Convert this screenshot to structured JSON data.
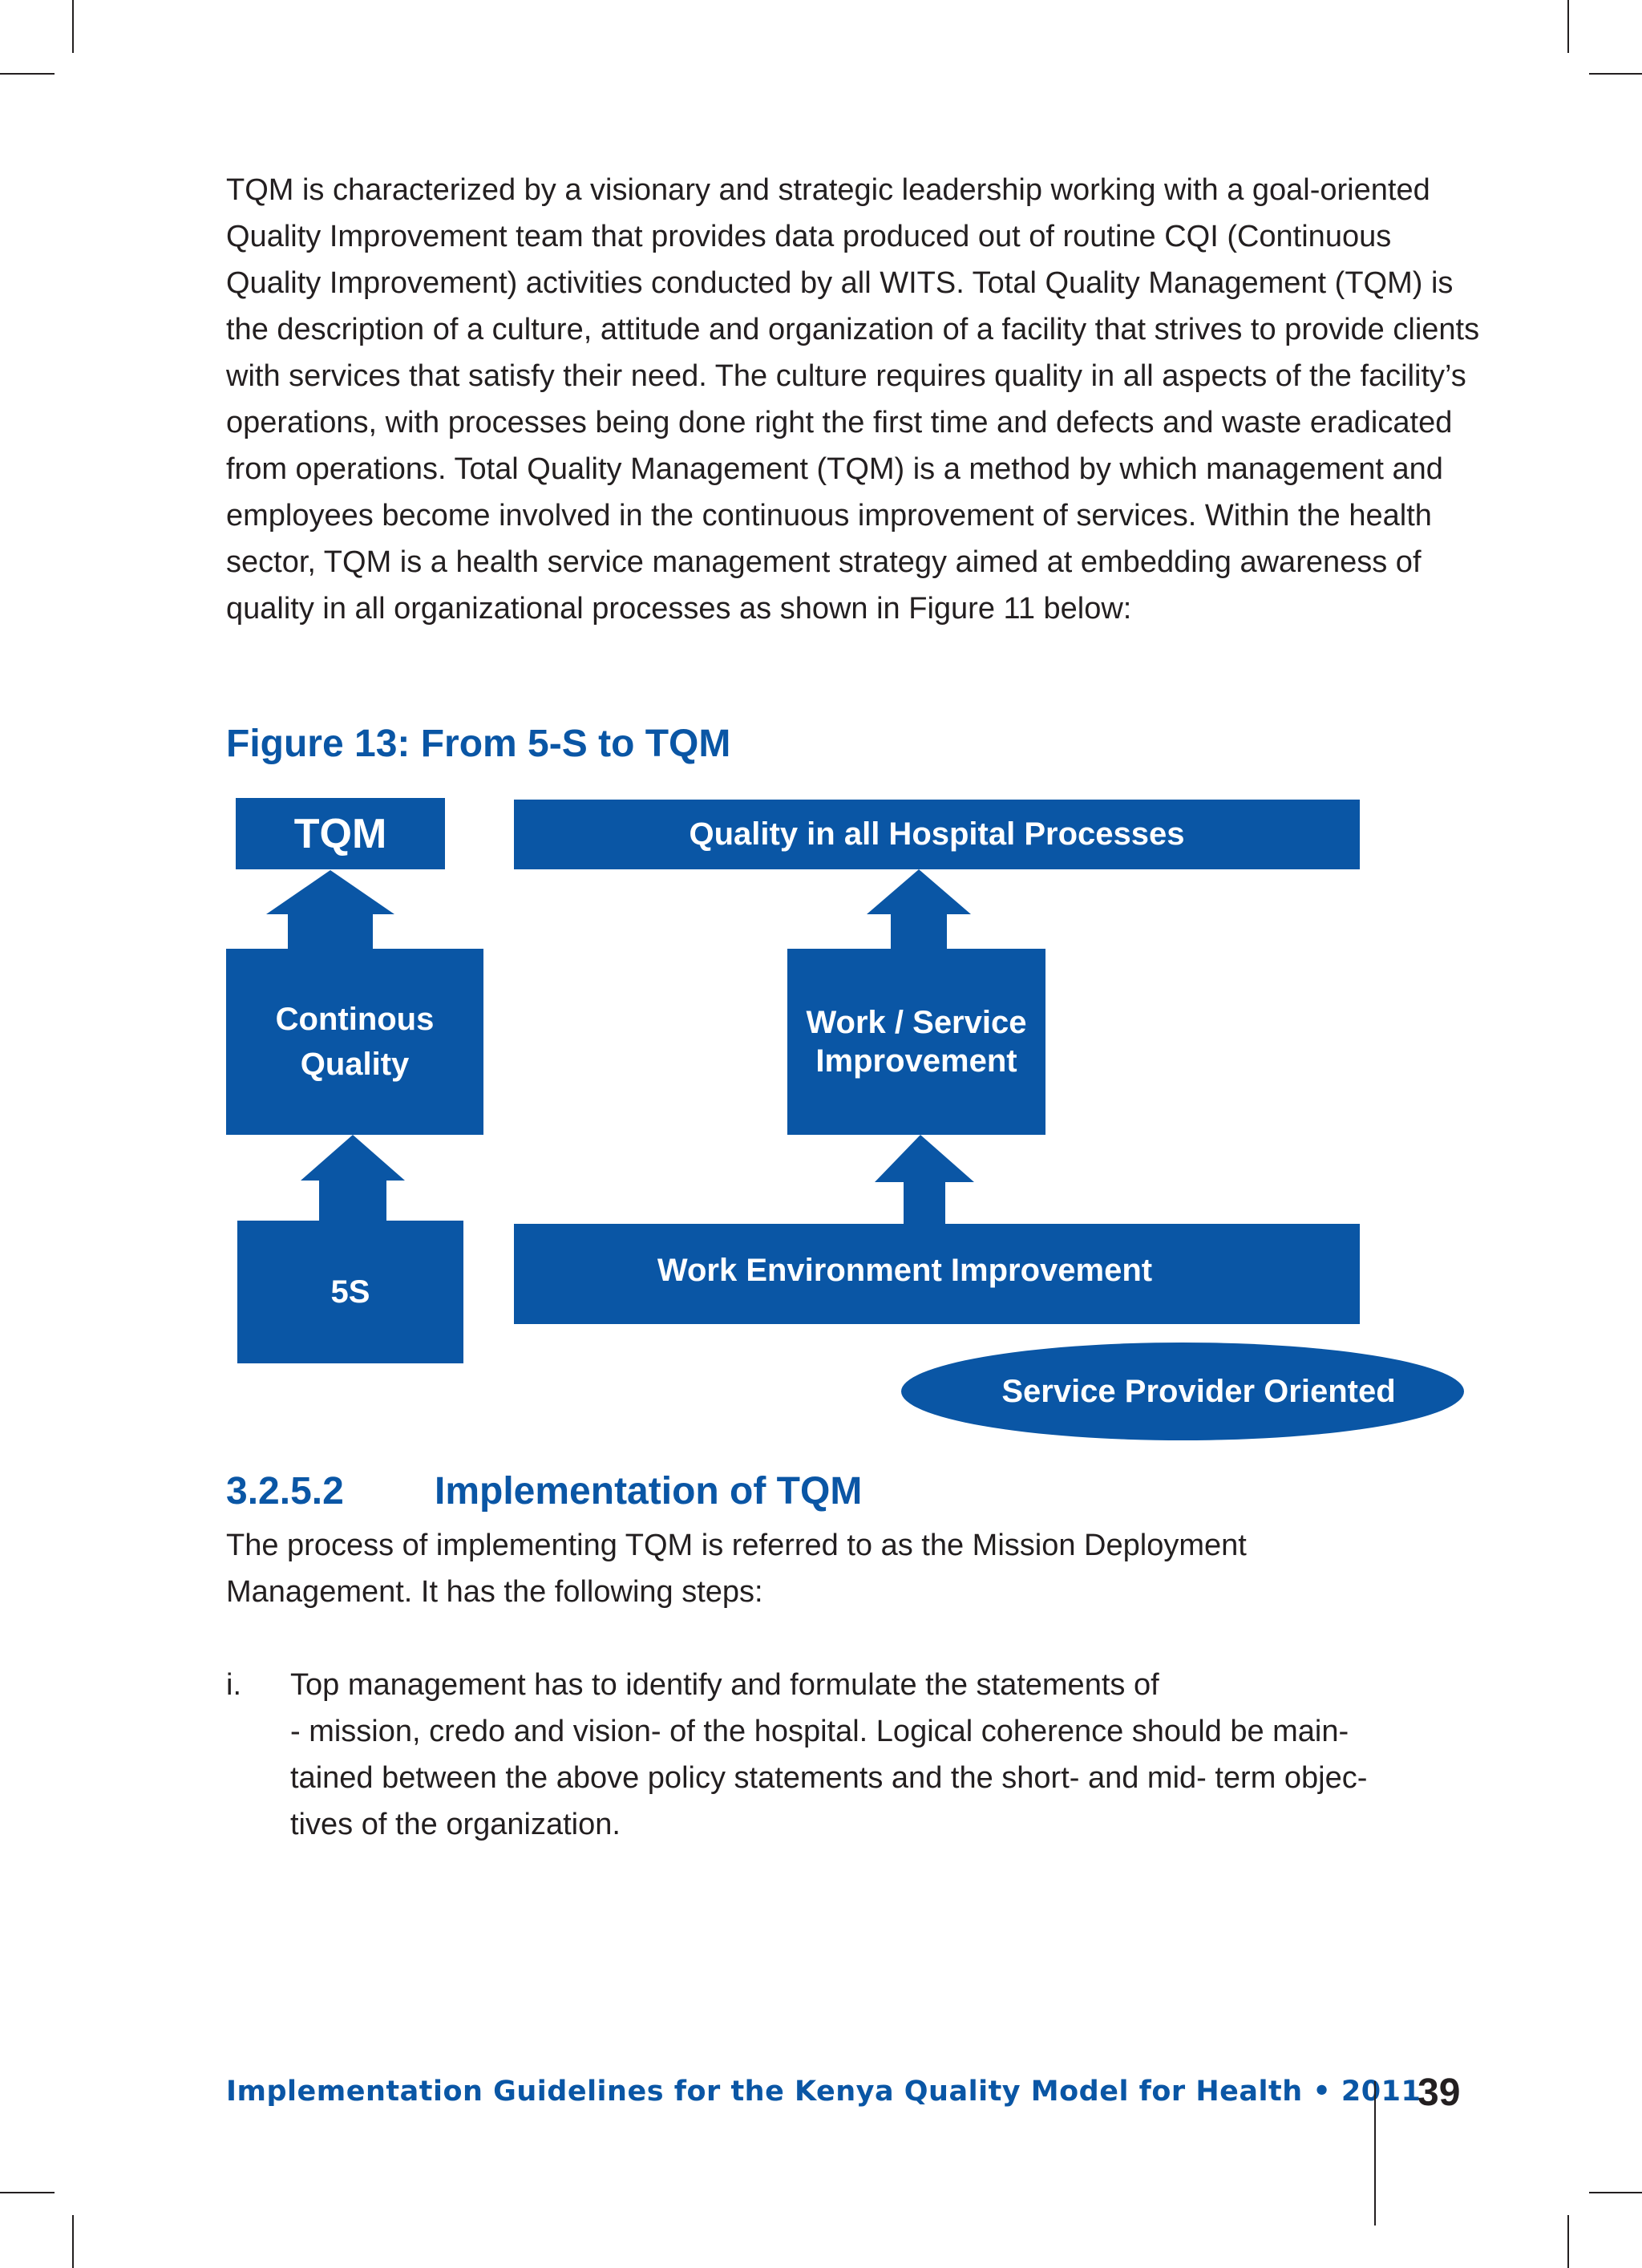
{
  "body": {
    "paragraph": "TQM is characterized by a visionary and strategic leadership working with a goal-oriented Quality Improvement team that provides data produced out of routine CQI (Continuous Quality Improvement) activities conducted by all WITS. Total Quality Management (TQM) is the description of a culture, attitude and organization of a facility that strives to provide clients with services that satisfy their need. The culture requires quality in all aspects of the facility’s operations, with processes being done right the first time and defects and waste eradicated from operations. Total Quality Management (TQM) is a method by which management and employees become involved in the continuous improvement of services. Within the health sector, TQM  is a health service management strategy aimed at embedding awareness of quality in all organizational processes as shown in Figure 11 below:"
  },
  "figure": {
    "title": "Figure 13:  From 5-S to TQM",
    "boxes": {
      "tqm": "TQM",
      "quality_all": "Quality in all Hospital Processes",
      "continous_quality_line1": "Continous",
      "continous_quality_line2": "Quality",
      "work_service_line1": "Work / Service",
      "work_service_line2": "Improvement",
      "five_s": "5S",
      "work_environment": "Work Environment Improvement",
      "service_provider": "Service Provider Oriented"
    },
    "colors": {
      "box_fill": "#0a56a5",
      "box_text": "#ffffff"
    }
  },
  "section": {
    "number": "3.2.5.2",
    "title": "Implementation of TQM",
    "intro": "The process of implementing TQM is referred to as the Mission Deployment Management. It has the following steps:",
    "steps": [
      {
        "marker": "i.",
        "lines": [
          "Top management has to identify and formulate the statements of",
          "- mission, credo and vision- of the hospital. Logical coherence should be main-",
          "tained between the above policy statements and the short- and mid- term objec-",
          "tives of the organization."
        ]
      }
    ]
  },
  "footer": {
    "text": "Implementation Guidelines for the Kenya Quality Model for Health  •  2011",
    "page_number": "39"
  }
}
